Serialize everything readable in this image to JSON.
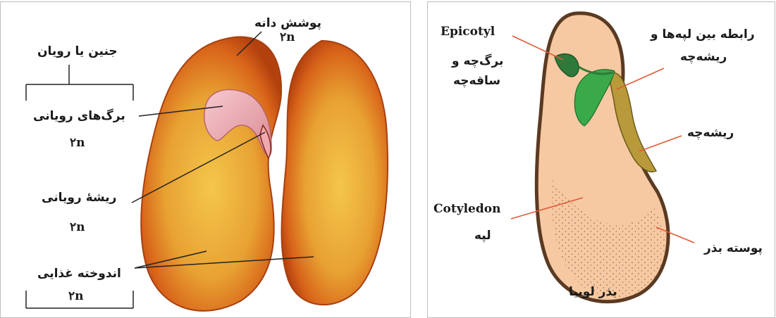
{
  "left": {
    "embryo_group": "جنین یا رویان",
    "seed_coat": "پوشش دانه",
    "seed_coat_ploidy": "۲n",
    "embryonic_leaves": "برگ‌های رویانی",
    "embryonic_leaves_ploidy": "۲n",
    "radicle": "ریشهٔ رویانی",
    "radicle_ploidy": "۲n",
    "food_reserve": "اندوخته غذایی",
    "food_reserve_ploidy": "۲n"
  },
  "right": {
    "epicotyl_en": "Epicotyl",
    "epicotyl_fa_1": "برگ‌چه و",
    "epicotyl_fa_2": "ساقه‌چه",
    "hypocotyl_1": "رابطه بین لپه‌ها و",
    "hypocotyl_2": "ریشه‌چه",
    "radicle": "ریشه‌چه",
    "cotyledon_en": "Cotyledon",
    "cotyledon_fa": "لپه",
    "seed_coat": "پوسته بذر",
    "title": "بذر لوبیا"
  },
  "colors": {
    "seed_orange": "#e07a22",
    "seed_dark": "#b8440e",
    "seed_yellow": "#f2c24a",
    "label_line": "#e05a3a",
    "cotyledon_fill": "#f6c9a2",
    "coat_brown": "#6b4a2b",
    "epicotyl_green": "#3aa14a",
    "radicle_olive": "#b59a3a"
  }
}
